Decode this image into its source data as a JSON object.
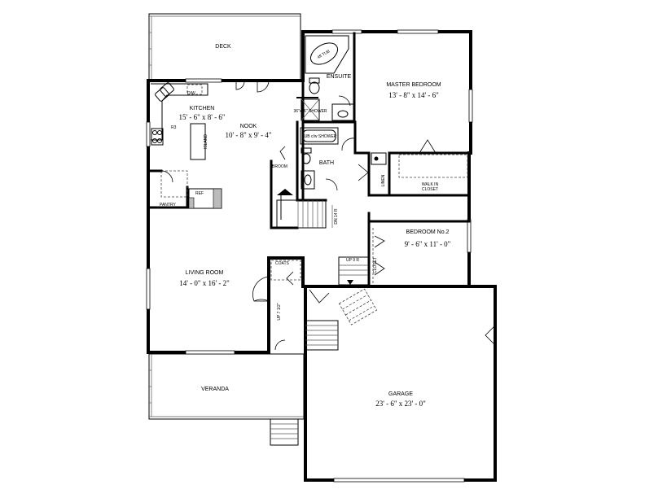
{
  "rooms": {
    "deck": {
      "name": "DECK"
    },
    "kitchen": {
      "name": "KITCHEN",
      "dims": "15' - 6\" x 8' - 6\""
    },
    "nook": {
      "name": "NOOK",
      "dims": "10' - 8\" x 9' - 4\""
    },
    "ensuite": {
      "name": "ENSUITE"
    },
    "master": {
      "name": "MASTER BEDROOM",
      "dims": "13' - 8\" x 14' - 6\""
    },
    "bath": {
      "name": "BATH"
    },
    "living": {
      "name": "LIVING ROOM",
      "dims": "14' - 0\" x 16' - 2\""
    },
    "bedroom2": {
      "name": "BEDROOM No.2",
      "dims": "9' - 6\" x 11' - 0\""
    },
    "veranda": {
      "name": "VERANDA"
    },
    "garage": {
      "name": "GARAGE",
      "dims": "23' - 6\" x 23' - 0\""
    }
  },
  "fixtures": {
    "dw": "D/W",
    "island": "ISLAND",
    "range": "R3",
    "pantry": "PANTRY",
    "ref": "REF",
    "broom": "BROOM",
    "spa_tub": "4ft TUB",
    "shower": "36\"x36\" SHOWER",
    "tub_shower": "TUB c/w SHOWER",
    "linen": "LINEN",
    "walk_in_closet_line1": "WALK IN",
    "walk_in_closet_line2": "CLOSET",
    "closet": "CLOSET",
    "coats": "COATS"
  },
  "stairs": {
    "dn": "DN 14 R",
    "up_center": "UP 9 R",
    "up_entry": "UP 7 1/2\""
  }
}
